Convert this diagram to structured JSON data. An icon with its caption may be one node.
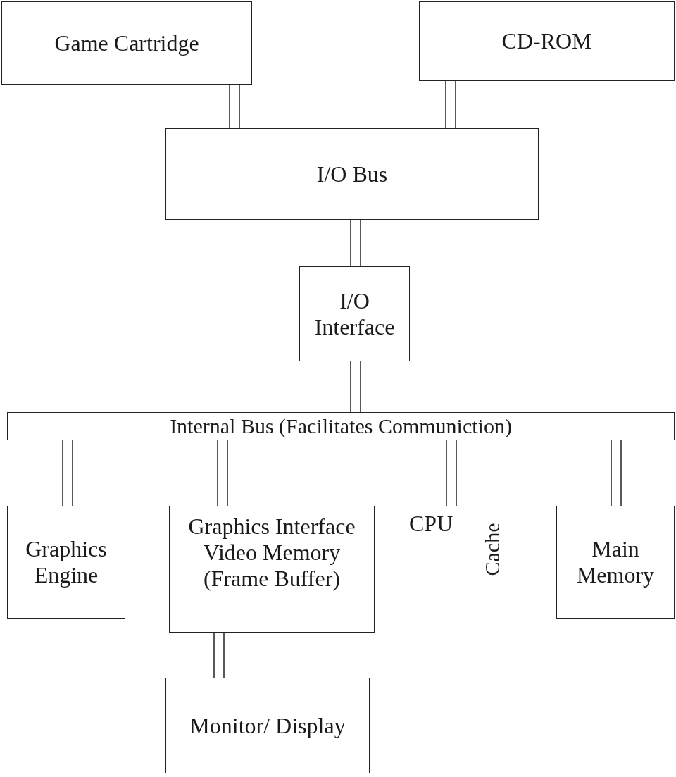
{
  "diagram": {
    "nodes": [
      {
        "text": [
          "Game Cartridge"
        ]
      },
      {
        "text": [
          "CD-ROM"
        ]
      },
      {
        "text": [
          "I/O Bus"
        ]
      },
      {
        "text": [
          "I/O Interface"
        ]
      },
      {
        "text": [
          "Internal Bus (Facilitates Communiction)"
        ]
      },
      {
        "text": [
          "Graphics Engine"
        ]
      },
      {
        "text": [
          "Graphics Interface Video Memory (Frame Buffer)"
        ]
      },
      {
        "text": [
          "CPU"
        ]
      },
      {
        "text": [
          "Cache"
        ],
        "in": 7
      },
      {
        "text": [
          "Main Memory"
        ]
      },
      {
        "text": [
          "Monitor/ Display"
        ]
      }
    ],
    "edges": [
      {
        "from": 0,
        "to": 2,
        "arrow": "none"
      },
      {
        "from": 1,
        "to": 2,
        "arrow": "none"
      },
      {
        "from": 2,
        "to": 3,
        "arrow": "none"
      },
      {
        "from": 3,
        "to": 4,
        "arrow": "none"
      },
      {
        "from": 4,
        "to": 5,
        "arrow": "none"
      },
      {
        "from": 4,
        "to": 6,
        "arrow": "none"
      },
      {
        "from": 4,
        "to": 7,
        "arrow": "none"
      },
      {
        "from": 4,
        "to": 9,
        "arrow": "none"
      },
      {
        "from": 6,
        "to": 10,
        "arrow": "none"
      }
    ]
  }
}
